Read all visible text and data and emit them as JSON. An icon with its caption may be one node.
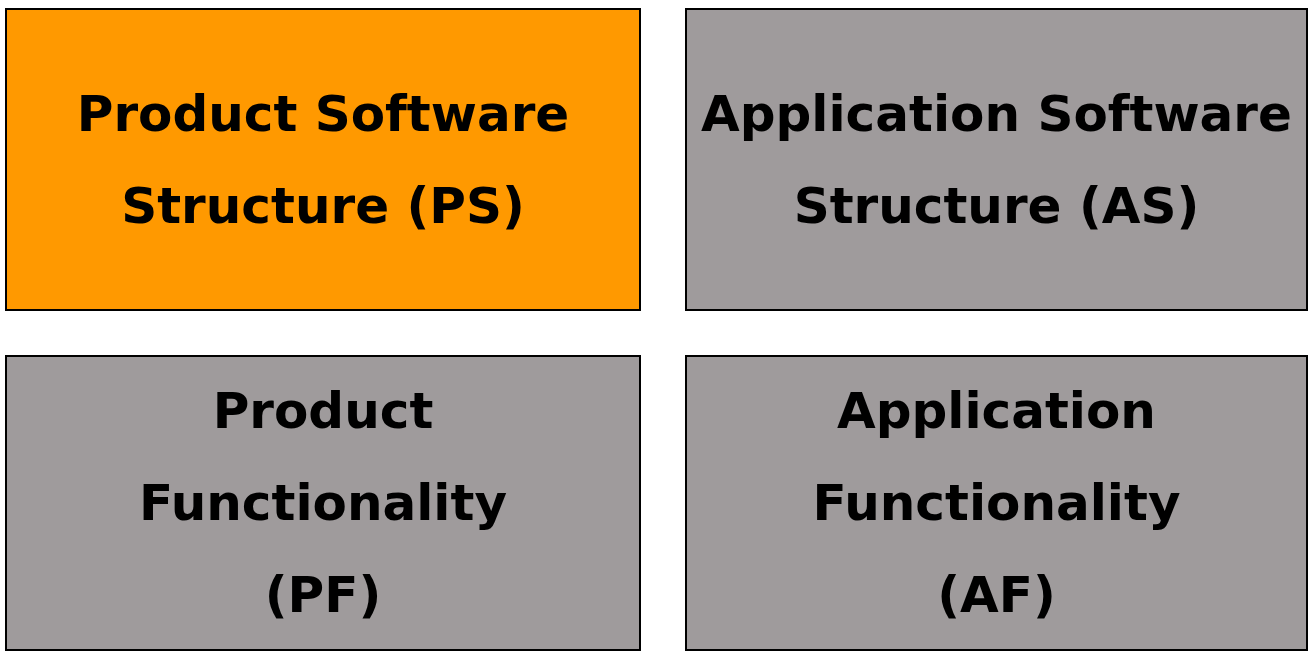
{
  "diagram": {
    "nodes": [
      {
        "text": [
          "Product Software Structure (PS)"
        ]
      },
      {
        "text": [
          "Application Software Structure (AS)"
        ]
      },
      {
        "text": [
          "Product Functionality (PF)"
        ]
      },
      {
        "text": [
          "Application Functionality (AF)"
        ]
      }
    ]
  }
}
